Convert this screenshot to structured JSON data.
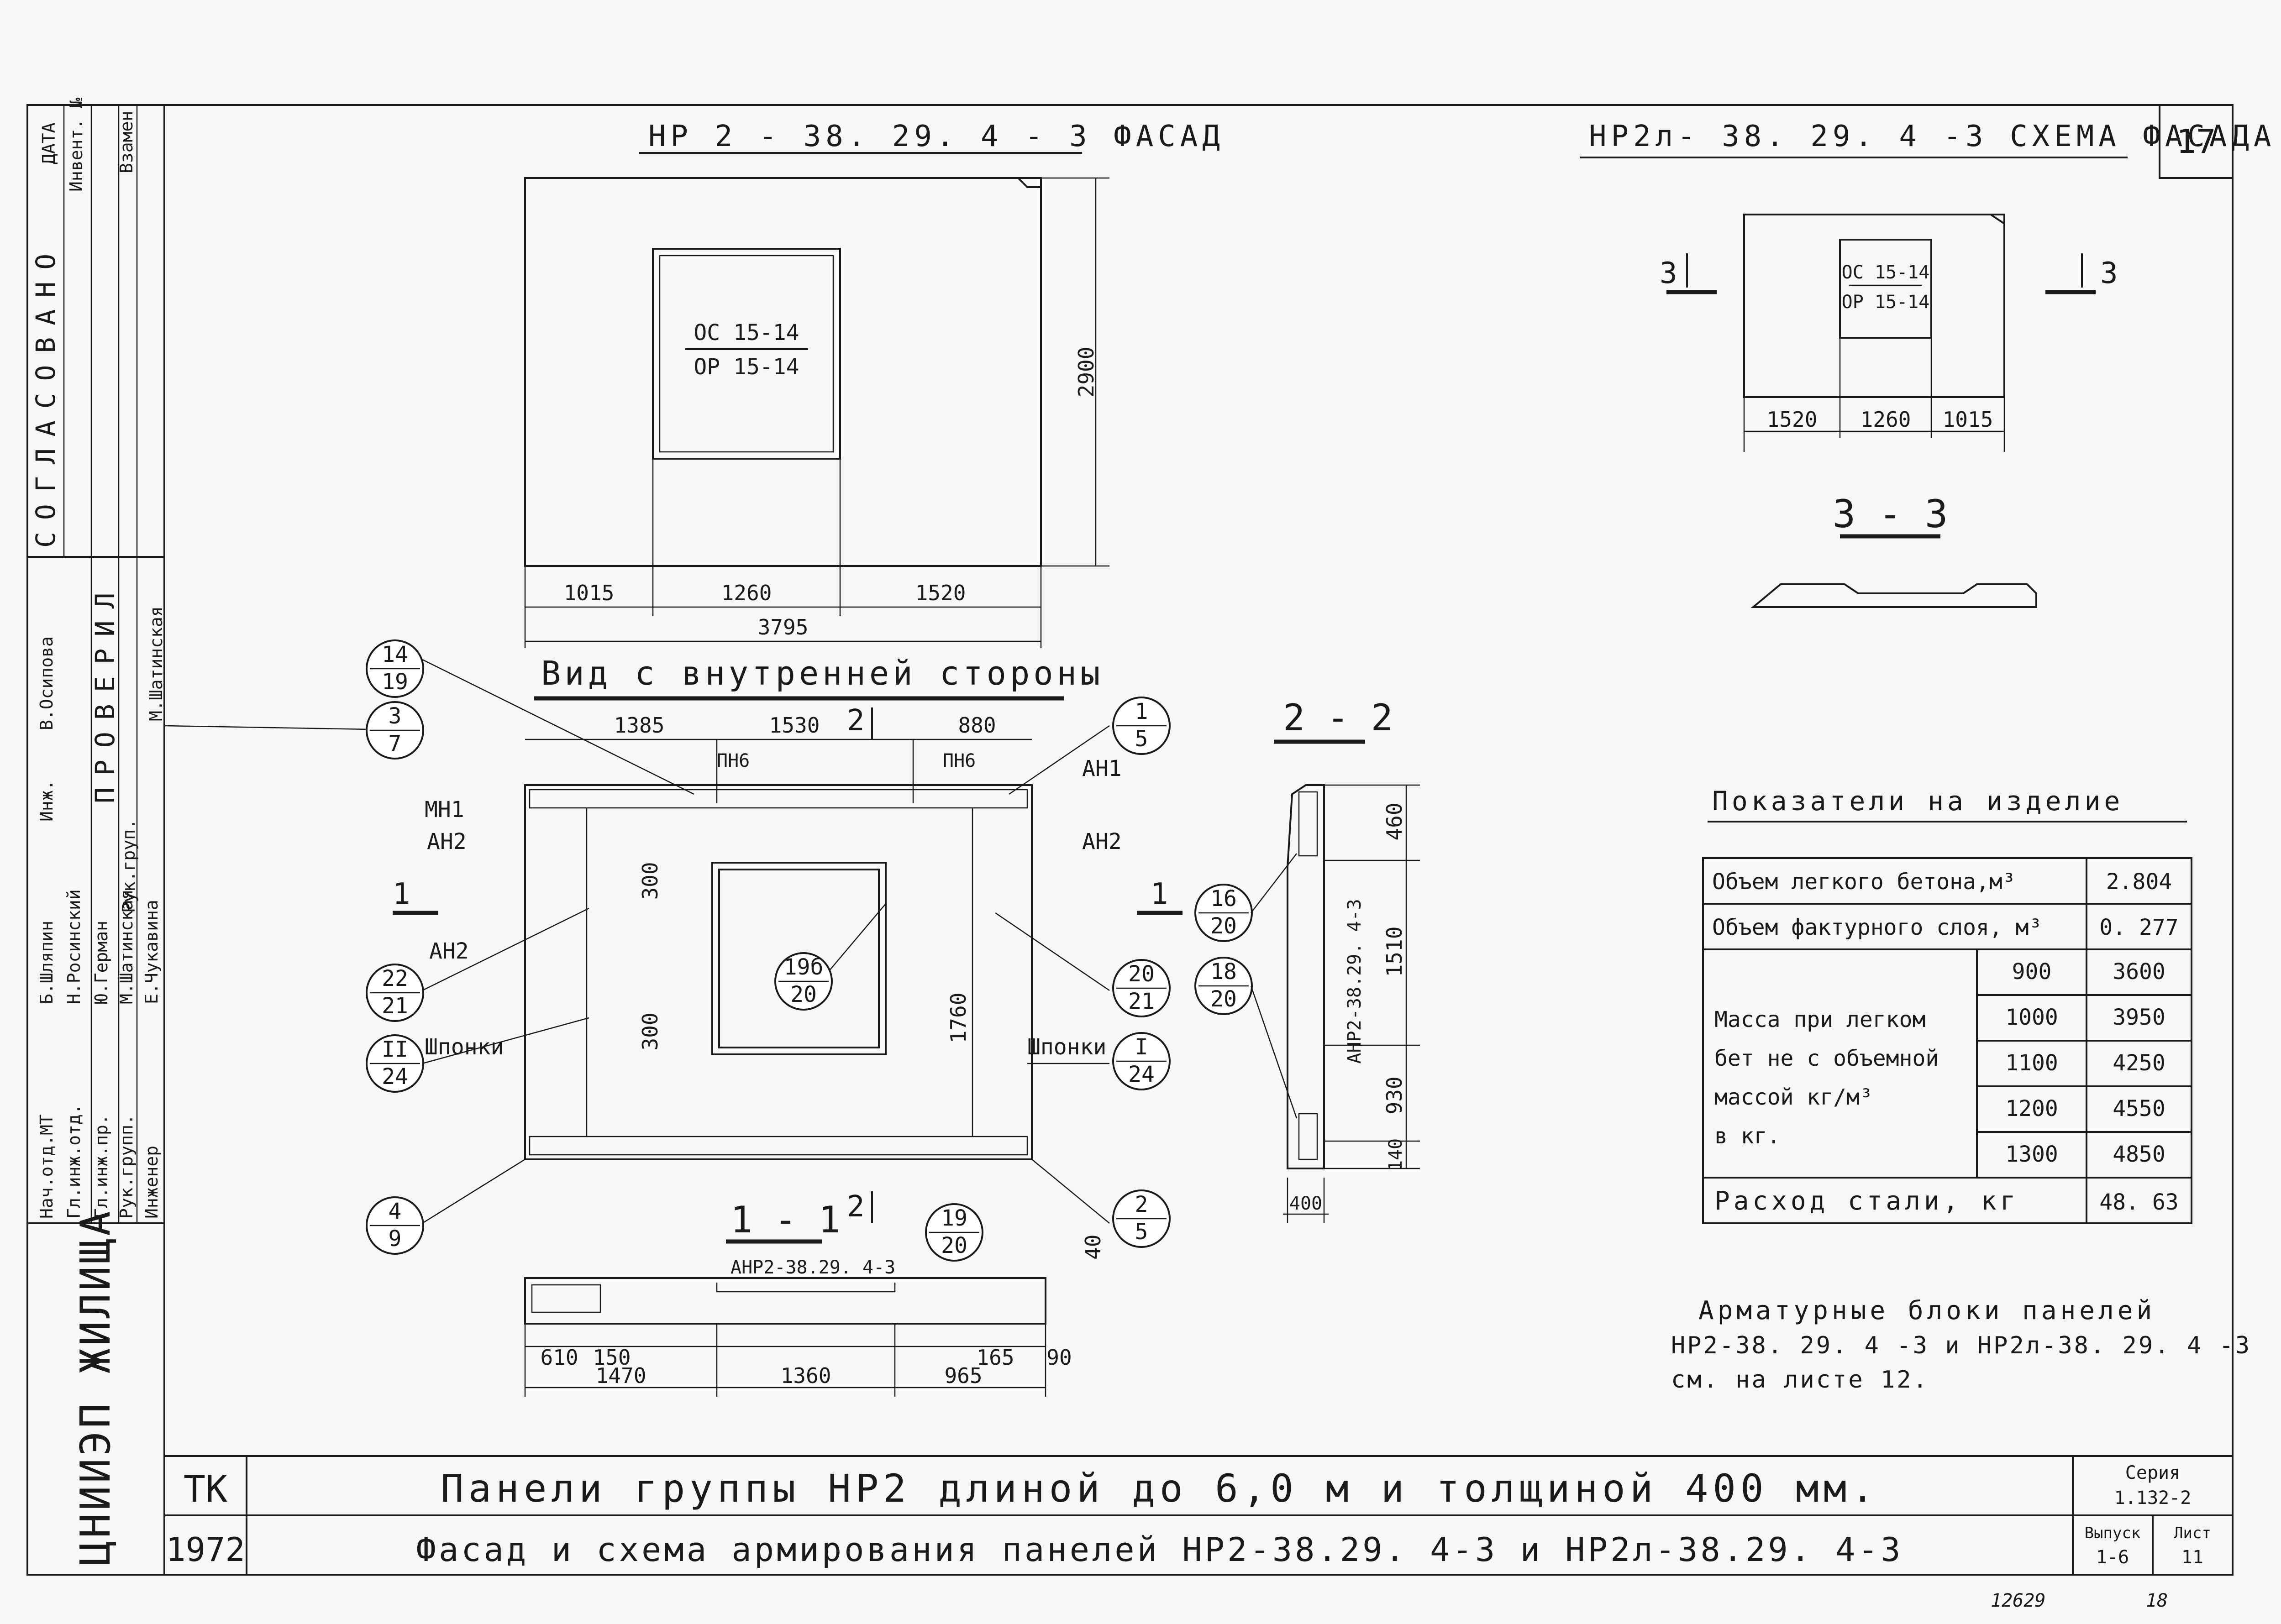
{
  "sheet_number": "17",
  "facade": {
    "title": "НР 2 - 38. 29. 4 - 3 ФАСАД",
    "window_top": "ОС 15-14",
    "window_bottom": "ОР 15-14",
    "height": "2900",
    "dims": [
      "1015",
      "1260",
      "1520"
    ],
    "total": "3795"
  },
  "scheme": {
    "title": "НР2л- 38. 29. 4 -3 СХЕМА ФАСАДА",
    "window_top": "ОС 15-14",
    "window_bottom": "ОР 15-14",
    "dims": [
      "1520",
      "1260",
      "1015"
    ],
    "cut_left": "3",
    "cut_right": "3",
    "section_title": "3 - 3"
  },
  "inner_view": {
    "title": "Вид с внутренней стороны",
    "top_dims": [
      "1385",
      "1530",
      "880"
    ],
    "cut_mark": "2",
    "labels": {
      "pn6_left": "ПН6",
      "pn6_right": "ПН6",
      "an1": "АН1",
      "mn1": "МН1",
      "an2_a": "АН2",
      "an2_b": "АН2",
      "an2_c": "АН2",
      "shponki_left": "Шпонки",
      "shponki_right": "Шпонки",
      "dim_300_a": "300",
      "dim_300_b": "300",
      "dim_1760": "1760",
      "cut_left": "1",
      "cut_right": "1"
    },
    "bubbles": [
      {
        "top": "14",
        "bottom": "19"
      },
      {
        "top": "3",
        "bottom": "7"
      },
      {
        "top": "22",
        "bottom": "21"
      },
      {
        "top": "II",
        "bottom": "24"
      },
      {
        "top": "4",
        "bottom": "9"
      },
      {
        "top": "1",
        "bottom": "5"
      },
      {
        "top": "20",
        "bottom": "21"
      },
      {
        "top": "I",
        "bottom": "24"
      },
      {
        "top": "2",
        "bottom": "5"
      },
      {
        "top": "19б",
        "bottom": "20"
      }
    ]
  },
  "section_1_1": {
    "title": "1 - 1",
    "cut_mark": "2",
    "label": "АНР2-38.29. 4-3",
    "bubble": {
      "top": "19",
      "bottom": "20"
    },
    "dim_40": "40",
    "dims_row1": [
      "610",
      "150",
      "165",
      "90"
    ],
    "dims_row2": [
      "1470",
      "1360",
      "965"
    ]
  },
  "section_2_2": {
    "title": "2 - 2",
    "label": "АНР2-38.29. 4-3",
    "dims": [
      "460",
      "1510",
      "930",
      "140"
    ],
    "width": "400",
    "bubbles": [
      {
        "top": "16",
        "bottom": "20"
      },
      {
        "top": "18",
        "bottom": "20"
      }
    ]
  },
  "indicators": {
    "title": "Показатели на изделие",
    "rows": [
      {
        "label": "Объем легкого бетона,м³",
        "value": "2.804"
      },
      {
        "label": "Объем фактурного слоя, м³",
        "value": "0. 277"
      }
    ],
    "mass_label": [
      "Масса при легком",
      "бет не с объемной",
      "массой кг/м³",
      "в кг."
    ],
    "mass_rows": [
      {
        "density": "900",
        "mass": "3600"
      },
      {
        "density": "1000",
        "mass": "3950"
      },
      {
        "density": "1100",
        "mass": "4250"
      },
      {
        "density": "1200",
        "mass": "4550"
      },
      {
        "density": "1300",
        "mass": "4850"
      }
    ],
    "steel_label": "Расход стали, кг",
    "steel_value": "48. 63"
  },
  "note": [
    "Арматурные блоки панелей",
    "НР2-38. 29. 4 -3 и НР2л-38. 29. 4 -3",
    "см. на листе 12."
  ],
  "title_block": {
    "tk": "ТК",
    "year": "1972",
    "line1": "Панели группы НР2 длиной до 6,0 м и толщиной 400 мм.",
    "line2": "Фасад и схема армирования панелей НР2-38.29. 4-3 и НР2л-38.29. 4-3",
    "series_label": "Серия",
    "series_value": "1.132-2",
    "issue_label": "Выпуск",
    "issue_value": "1-6",
    "sheet_label": "Лист",
    "sheet_value": "11",
    "org": "ЦНИИЭП ЖИЛИЩА",
    "footer_left": "12629",
    "footer_right": "18"
  },
  "side_block": {
    "agreed": "СОГЛАСОВАНО",
    "date": "ДАТА",
    "inv": "Инвент. №",
    "vzamen": "Взамен",
    "checked": "ПРОВЕРИЛ",
    "roles": [
      "Нач.отд.МТ",
      "Гл.инж.отд.",
      "Гл.инж.пр.",
      "Рук.групп.",
      "Инженер"
    ],
    "names": [
      "Б.Шляпин",
      "Н.Росинский",
      "Ю.Герман",
      "М.Шатинская",
      "Е.Чукавина"
    ],
    "check_roles": [
      "Инж.",
      "Рук.груп."
    ],
    "check_names": [
      "В.Осипова",
      "М.Шатинская"
    ]
  }
}
